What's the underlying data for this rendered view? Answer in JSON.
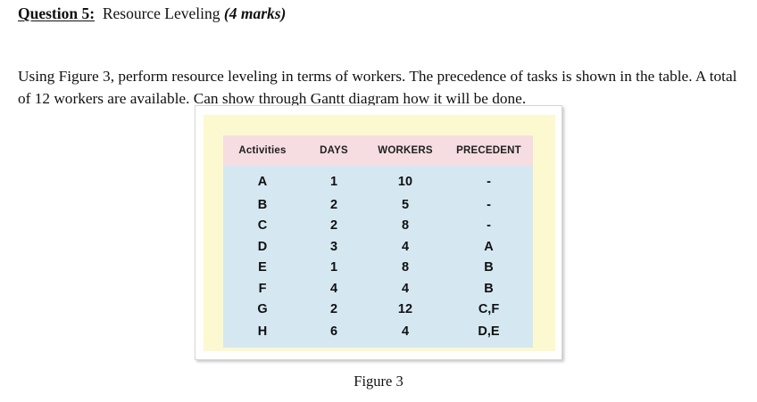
{
  "heading": {
    "label": "Question 5:",
    "title": "Resource Leveling",
    "marks": "(4 marks)"
  },
  "body": {
    "paragraph": "Using Figure 3, perform resource leveling in terms of workers. The precedence of tasks is shown in the table. A total of 12 workers are available. Can show through Gantt diagram how it will be done."
  },
  "figure": {
    "caption": "Figure 3",
    "colors": {
      "card_background": "#ffffff",
      "inner_background": "#fcf8cf",
      "header_background": "#f5dde1",
      "body_background": "#d5e8f2",
      "text": "#101010"
    },
    "table": {
      "columns": [
        "Activities",
        "DAYS",
        "WORKERS",
        "PRECEDENT"
      ],
      "rows": [
        {
          "activity": "A",
          "days": "1",
          "workers": "10",
          "precedent": "-"
        },
        {
          "activity": "B",
          "days": "2",
          "workers": "5",
          "precedent": "-"
        },
        {
          "activity": "C",
          "days": "2",
          "workers": "8",
          "precedent": "-"
        },
        {
          "activity": "D",
          "days": "3",
          "workers": "4",
          "precedent": "A"
        },
        {
          "activity": "E",
          "days": "1",
          "workers": "8",
          "precedent": "B"
        },
        {
          "activity": "F",
          "days": "4",
          "workers": "4",
          "precedent": "B"
        },
        {
          "activity": "G",
          "days": "2",
          "workers": "12",
          "precedent": "C,F"
        },
        {
          "activity": "H",
          "days": "6",
          "workers": "4",
          "precedent": "D,E"
        }
      ]
    }
  },
  "chart_data": {
    "type": "table",
    "title": "Figure 3",
    "columns": [
      "Activities",
      "DAYS",
      "WORKERS",
      "PRECEDENT"
    ],
    "rows": [
      [
        "A",
        1,
        10,
        "-"
      ],
      [
        "B",
        2,
        5,
        "-"
      ],
      [
        "C",
        2,
        8,
        "-"
      ],
      [
        "D",
        3,
        4,
        "A"
      ],
      [
        "E",
        1,
        8,
        "B"
      ],
      [
        "F",
        4,
        4,
        "B"
      ],
      [
        "G",
        2,
        12,
        "C,F"
      ],
      [
        "H",
        6,
        4,
        "D,E"
      ]
    ],
    "total_workers_available": 12
  }
}
